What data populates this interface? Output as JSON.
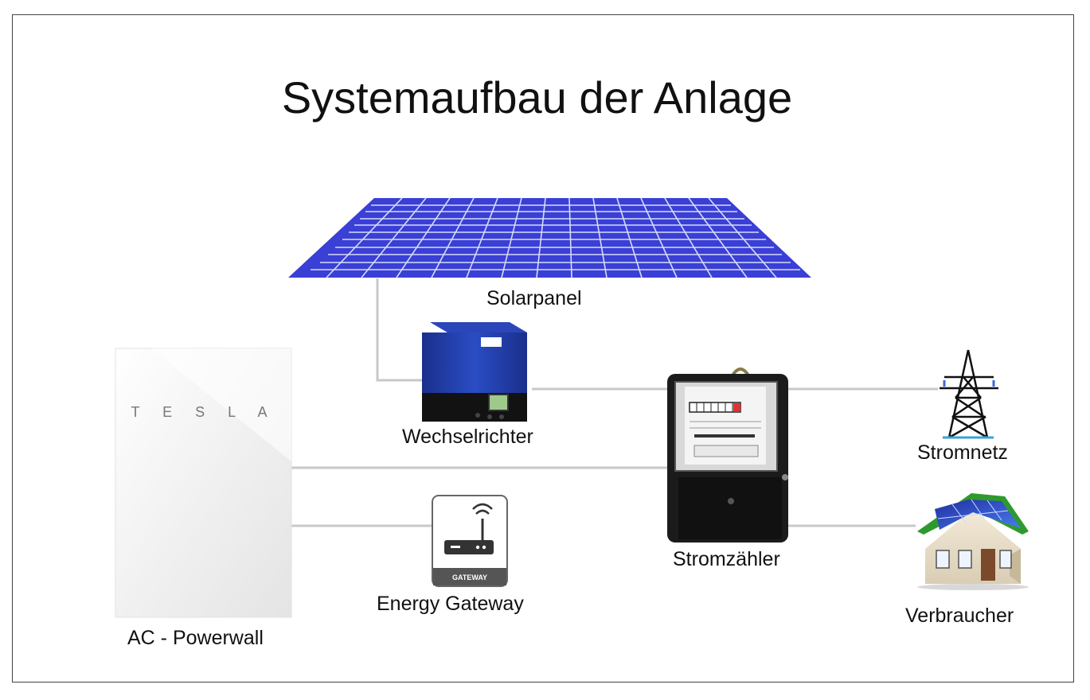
{
  "title": "Systemaufbau der Anlage",
  "components": {
    "solarpanel": "Solarpanel",
    "inverter": "Wechselrichter",
    "powerwall": "AC - Powerwall",
    "powerwall_brand": "T E S L A",
    "gateway": "Energy Gateway",
    "gateway_badge": "GATEWAY",
    "meter": "Stromzähler",
    "grid": "Stromnetz",
    "consumer": "Verbraucher"
  },
  "icons": [
    "solar-panel-icon",
    "inverter-icon",
    "powerwall-icon",
    "gateway-icon",
    "electricity-meter-icon",
    "power-pylon-icon",
    "house-icon"
  ],
  "colors": {
    "panel_blue": "#3a3fd6",
    "inverter_blue": "#1e3fb0",
    "line_gray": "#c8c8c8",
    "roof_green": "#2e9a2e"
  }
}
